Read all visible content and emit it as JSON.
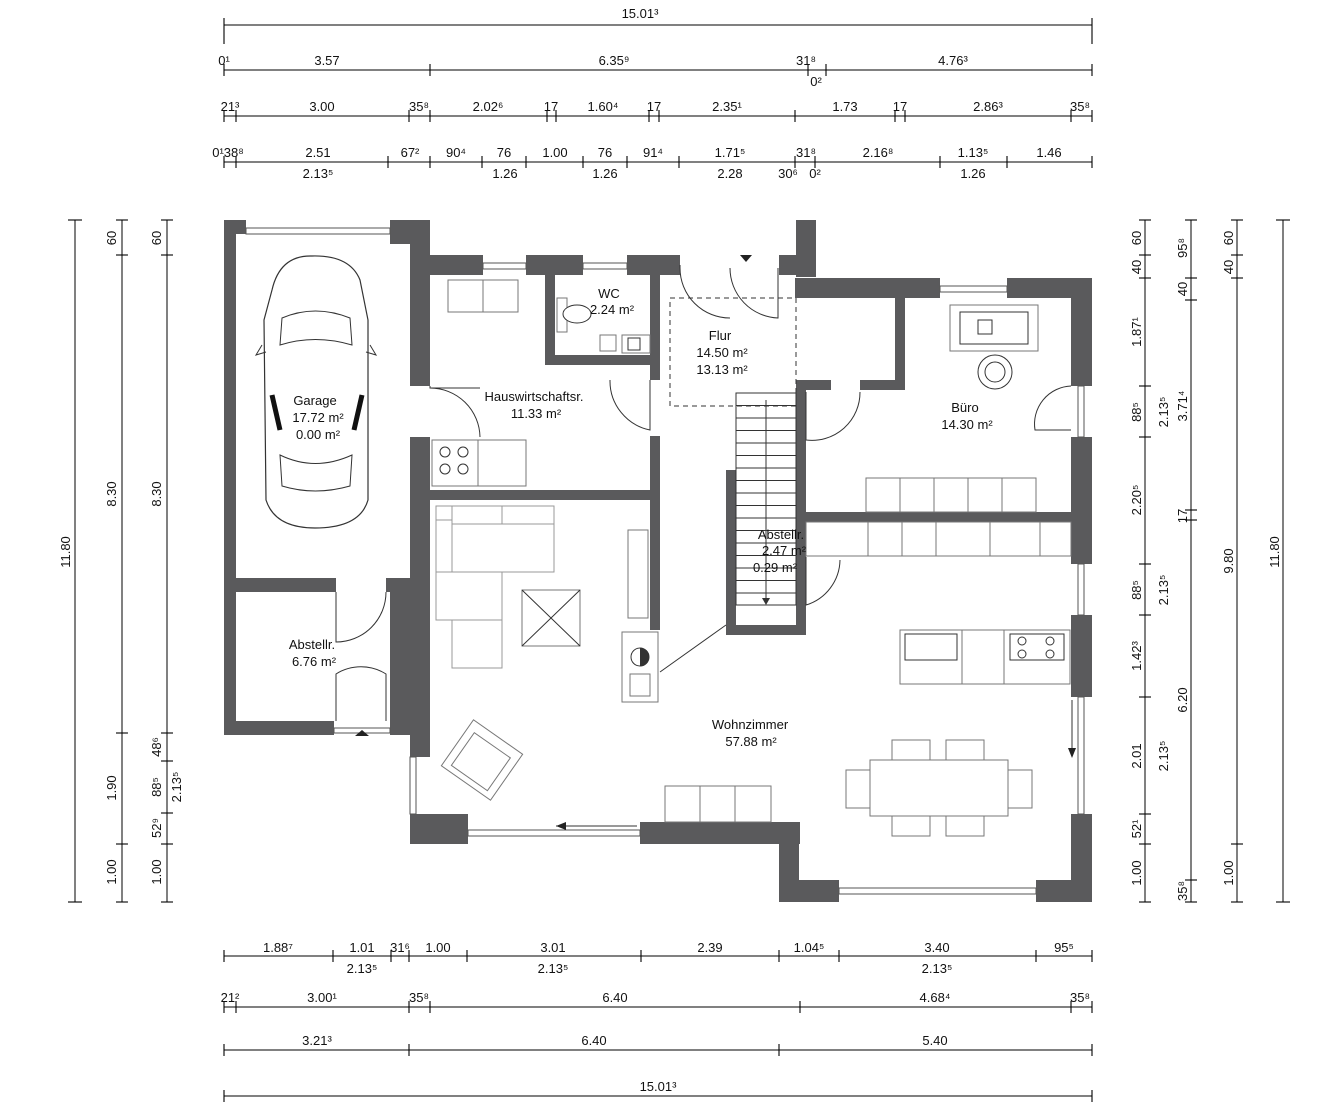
{
  "rooms": {
    "garage": {
      "name": "Garage",
      "area1": "17.72 m²",
      "area2": "0.00 m²"
    },
    "abstellr_left": {
      "name": "Abstellr.",
      "area": "6.76 m²"
    },
    "hauswirtschaft": {
      "name": "Hauswirtschaftsr.",
      "area": "11.33 m²"
    },
    "wc": {
      "name": "WC",
      "area": "2.24 m²"
    },
    "flur": {
      "name": "Flur",
      "area1": "14.50 m²",
      "area2": "13.13 m²"
    },
    "buero": {
      "name": "Büro",
      "area": "14.30 m²"
    },
    "abstellr_stair": {
      "name": "Abstellr.",
      "area1": "2.47 m²",
      "area2": "0.29 m²"
    },
    "wohnzimmer": {
      "name": "Wohnzimmer",
      "area": "57.88 m²"
    }
  },
  "dims": {
    "top_total": "15.01³",
    "top_r1": [
      "0¹",
      "3.57",
      "6.35⁹",
      "31⁸",
      "0²",
      "4.76³"
    ],
    "top_r2": [
      "21³",
      "3.00",
      "35⁸",
      "2.02⁶",
      "17",
      "1.60⁴",
      "17",
      "2.35¹",
      "1.73",
      "17",
      "2.86³",
      "35⁸"
    ],
    "top_r3a": [
      "0¹38⁸",
      "2.51",
      "67²",
      "90⁴",
      "76",
      "1.00",
      "76",
      "91⁴",
      "1.71⁵",
      "31⁸",
      "2.16⁸",
      "1.13⁵",
      "1.46"
    ],
    "top_r3b": [
      "2.13⁵",
      "1.26",
      "1.26",
      "2.28",
      "30⁶",
      "0²",
      "1.26"
    ],
    "bot_r1a": [
      "1.88⁷",
      "1.01",
      "31⁶",
      "1.00",
      "3.01",
      "2.39",
      "1.04⁵",
      "3.40",
      "95⁵"
    ],
    "bot_r1b": [
      "2.13⁵",
      "2.13⁵",
      "2.13⁵"
    ],
    "bot_r2": [
      "21²",
      "3.00¹",
      "35⁸",
      "6.40",
      "4.68⁴",
      "35⁸"
    ],
    "bot_r3": [
      "3.21³",
      "6.40",
      "5.40"
    ],
    "bot_total": "15.01³",
    "left_c1": [
      "11.80"
    ],
    "left_c2": [
      "60",
      "8.30",
      "1.90",
      "1.00"
    ],
    "left_c3": [
      "60",
      "8.30",
      "48⁶",
      "88⁵",
      "52⁹",
      "1.00",
      "2.13⁵"
    ],
    "right_c1": [
      "60",
      "40",
      "1.87¹",
      "88⁵",
      "2.20⁵",
      "88⁵",
      "1.42³",
      "2.01",
      "52¹",
      "1.00"
    ],
    "right_c2": [
      "95⁸",
      "40",
      "2.13⁵",
      "3.71⁴",
      "17",
      "2.13⁵",
      "6.20",
      "2.13⁵",
      "35⁸"
    ],
    "right_c3": [
      "60",
      "40",
      "9.80",
      "1.00"
    ],
    "right_c4": [
      "11.80"
    ]
  }
}
